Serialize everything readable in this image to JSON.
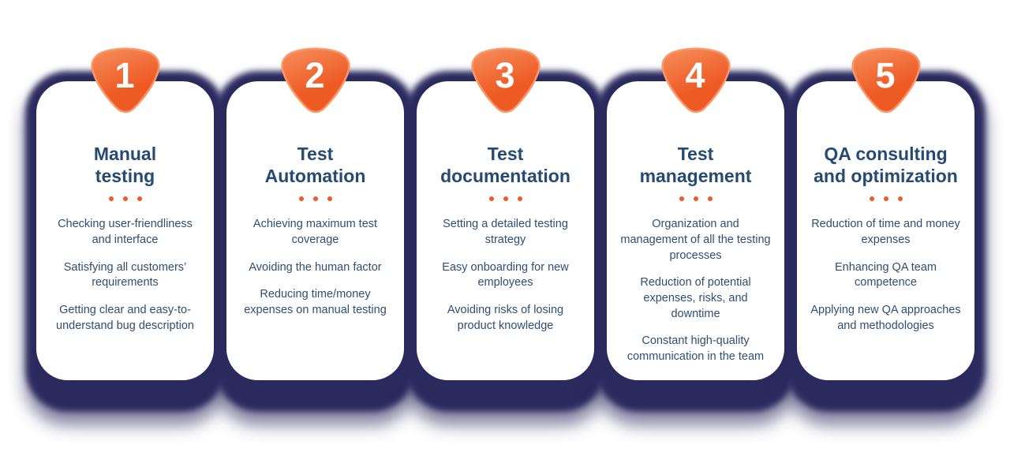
{
  "colors": {
    "halo": "#2b2a5e",
    "card_background": "#ffffff",
    "title_text": "#254a73",
    "body_text": "#2e4f72",
    "dot": "#f15a24",
    "badge_gradient_start": "#f78f5d",
    "badge_gradient_end": "#ed5a24",
    "badge_border": "#f9996b",
    "badge_number": "#ffffff"
  },
  "divider_dot_count": 3,
  "cards": [
    {
      "number": "1",
      "title_lines": [
        "Manual",
        "testing"
      ],
      "items": [
        "Checking user-friendliness and interface",
        "Satisfying all customers’ requirements",
        "Getting clear and easy-to-understand bug description"
      ]
    },
    {
      "number": "2",
      "title_lines": [
        "Test",
        "Automation"
      ],
      "items": [
        "Achieving maximum test coverage",
        "Avoiding the human factor",
        "Reducing time/money expenses on manual testing"
      ]
    },
    {
      "number": "3",
      "title_lines": [
        "Test",
        "documentation"
      ],
      "items": [
        "Setting a detailed testing strategy",
        "Easy onboarding for new employees",
        "Avoiding risks of losing product knowledge"
      ]
    },
    {
      "number": "4",
      "title_lines": [
        "Test",
        "management"
      ],
      "items": [
        "Organization and management of all the testing processes",
        "Reduction of potential expenses, risks, and downtime",
        "Constant high-quality communication in the team"
      ]
    },
    {
      "number": "5",
      "title_lines": [
        "QA consulting",
        "and optimization"
      ],
      "items": [
        "Reduction of time and money expenses",
        "Enhancing QA team competence",
        "Applying new QA approaches and methodologies"
      ]
    }
  ]
}
